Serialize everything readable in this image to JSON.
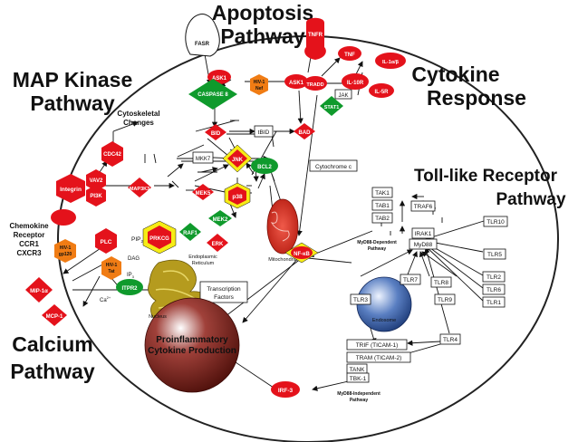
{
  "headings": {
    "apoptosis_1": "Apoptosis",
    "apoptosis_2": "Pathway",
    "mapk_1": "MAP Kinase",
    "mapk_2": "Pathway",
    "cytokine_1": "Cytokine",
    "cytokine_2": "Response",
    "tlr_1": "Toll-like Receptor",
    "tlr_2": "Pathway",
    "calcium_1": "Calcium",
    "calcium_2": "Pathway"
  },
  "nodes": {
    "fasr": "FASR",
    "ask1_left": "ASK1",
    "caspase8": "CASPASE 8",
    "hiv_nef_1": "HIV-1",
    "hiv_nef_2": "Nef",
    "ask1_right": "ASK1",
    "tnfr": "TNFR",
    "tradd": "TRADD",
    "stat1": "STAT1",
    "jak": "JAK",
    "tnf": "TNF",
    "il1": "IL-1α/β",
    "il10r": "IL-10R",
    "il5r": "IL-5R",
    "cyto_changes_1": "Cytoskeletal",
    "cyto_changes_2": "Changes",
    "cdc42": "CDC42",
    "vav2": "VAV2",
    "integrin": "Integrin",
    "pi3k": "PI3K",
    "bid": "BID",
    "tbid": "tBID",
    "bad": "BAD",
    "mkk7": "MKK7",
    "jnk": "JNK",
    "bcl2": "BCL2",
    "cytochrome_c": "Cytochrome c",
    "map3k3": "MAP3K3",
    "mek5": "MEK5",
    "p38": "p38",
    "mitochondria": "Mitochondria",
    "chemokine_1": "Chemokine",
    "chemokine_2": "Receptor",
    "chemokine_3": "CCR1",
    "chemokine_4": "CXCR3",
    "hiv_gp120_1": "HIV-1",
    "hiv_gp120_2": "gp120",
    "plc": "PLC",
    "pip2": "PIP",
    "pip2_sub": "2",
    "dag": "DAG",
    "ip3": "IP",
    "ip3_sub": "3",
    "prkcg": "PRKCG",
    "raf1": "RAF1",
    "mek2": "MEK2",
    "erk": "ERK",
    "nfkb": "NF-κB",
    "hiv_tat_1": "HIV-1",
    "hiv_tat_2": "Tat",
    "er_1": "Endoplasmic",
    "er_2": "Reticulum",
    "itpr2": "ITPR2",
    "tf_1": "Transcription",
    "tf_2": "Factors",
    "mip1": "MIP-1α",
    "mcp1": "MCP-1",
    "ca": "Ca",
    "ca_sup": "2+",
    "nucleus": "Nucleus",
    "proinflam_1": "Proinflammatory",
    "proinflam_2": "Cytokine Production",
    "irf3": "IRF-3",
    "tak1": "TAK1",
    "tab1": "TAB1",
    "tab2": "TAB2",
    "traf6": "TRAF6",
    "irak1": "IRAK1",
    "myd88": "MyD88",
    "myd88_dep_1": "MyD88-Dependent",
    "myd88_dep_2": "Pathway",
    "tlr10": "TLR10",
    "tlr5": "TLR5",
    "tlr2": "TLR2",
    "tlr6": "TLR6",
    "tlr1": "TLR1",
    "tlr7": "TLR7",
    "tlr8": "TLR8",
    "tlr9": "TLR9",
    "tlr3": "TLR3",
    "endosome": "Endosome",
    "tlr4": "TLR4",
    "trif": "TRIF (TICAM-1)",
    "tram": "TRAM (TICAM-2)",
    "tank": "TANK",
    "tbk1": "TBK-1",
    "myd88_indep_1": "MyD88-Independent",
    "myd88_indep_2": "Pathway"
  },
  "colors": {
    "red": "#e4121b",
    "green": "#0f9a2c",
    "orange": "#f07c14",
    "yellow": "#f6ec16",
    "cell_outline": "#222222"
  }
}
